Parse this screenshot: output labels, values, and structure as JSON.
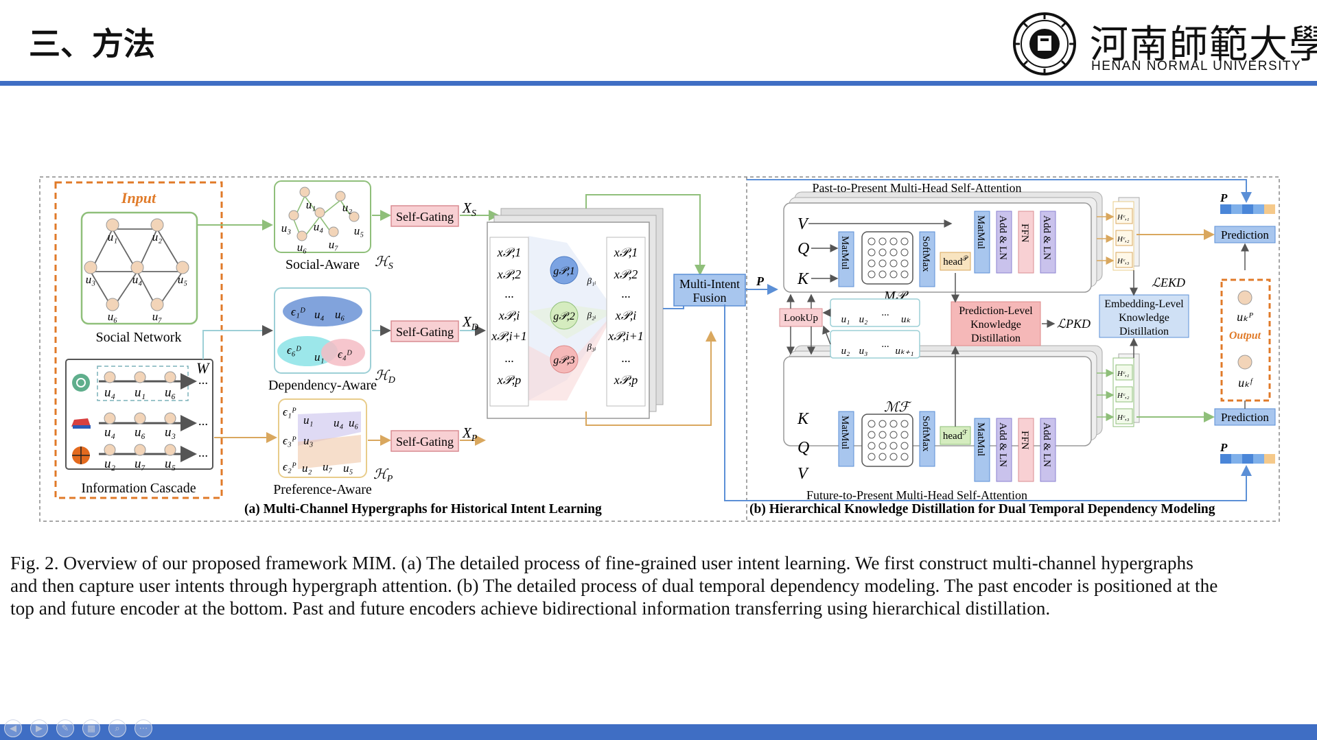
{
  "slide": {
    "title": "三、方法",
    "logo": {
      "cn": "河南師範大學",
      "en": "HENAN NORMAL UNIVERSITY"
    }
  },
  "figure": {
    "panel_a": {
      "caption": "(a) Multi-Channel Hypergraphs for Historical Intent Learning",
      "input_label": "Input",
      "social_network_label": "Social Network",
      "info_cascade_label": "Information Cascade",
      "social_aware_label": "Social-Aware",
      "dependency_aware_label": "Dependency-Aware",
      "preference_aware_label": "Preference-Aware",
      "self_gating": "Self-Gating",
      "multi_intent_fusion": [
        "Multi-Intent",
        "Fusion"
      ],
      "xs": "X",
      "xs_sub": "S",
      "xd_sub": "D",
      "xp_sub": "P",
      "hs": "H",
      "w_label": "W",
      "users": [
        "u1",
        "u2",
        "u3",
        "u4",
        "u5",
        "u6",
        "u7"
      ],
      "cascade_rows": [
        [
          "u4",
          "u1",
          "u6"
        ],
        [
          "u4",
          "u6",
          "u3"
        ],
        [
          "u2",
          "u7",
          "u5"
        ]
      ],
      "left_col": [
        "x𝒫,1",
        "x𝒫,2",
        "...",
        "x𝒫,i",
        "x𝒫,i+1",
        "...",
        "x𝒫,p"
      ],
      "right_col": [
        "x𝒫,1",
        "x𝒫,2",
        "...",
        "x𝒫,i",
        "x𝒫,i+1",
        "...",
        "x𝒫,p"
      ],
      "gates": [
        "g𝒫,1",
        "g𝒫,2",
        "g𝒫,3"
      ],
      "betas": [
        "β1i",
        "β2i",
        "β3i"
      ]
    },
    "panel_b": {
      "caption": "(b) Hierarchical Knowledge Distillation for Dual Temporal Dependency Modeling",
      "past_title": "Past-to-Present Multi-Head Self-Attention",
      "future_title": "Future-to-Present Multi-Head Self-Attention",
      "matmul": "MatMul",
      "softmax": "SoftMax",
      "add_ln": "Add & LN",
      "ffn": "FFN",
      "head": "head",
      "lookup": "LookUp",
      "pkd": [
        "Prediction-Level",
        "Knowledge",
        "Distillation"
      ],
      "ekd": [
        "Embedding-Level",
        "Knowledge",
        "Distillation"
      ],
      "prediction": "Prediction",
      "output": "Output",
      "p_label": "P",
      "l_pkd": "ℒPKD",
      "l_ekd": "ℒEKD",
      "past_seq": [
        "u1",
        "u2",
        "...",
        "uk"
      ],
      "future_seq": [
        "u2",
        "u3",
        "...",
        "uk+1"
      ],
      "qkv_top": [
        "V",
        "Q",
        "K"
      ],
      "qkv_bottom": [
        "K",
        "Q",
        "V"
      ]
    }
  },
  "caption": {
    "lines": [
      "Fig. 2.    Overview of our proposed framework MIM. (a) The detailed process of fine-grained user intent learning. We first construct multi-channel hypergraphs",
      "and then capture user intents through hypergraph attention. (b) The detailed process of dual temporal dependency modeling. The past encoder is positioned at the",
      "top and future encoder at the bottom. Past and future encoders achieve bidirectional information transferring using hierarchical distillation."
    ]
  },
  "colors": {
    "accent": "#3f6ec4",
    "input_border": "#e07a28",
    "green": "#8fbf7a",
    "pink": "#f3c5c8",
    "purple": "#b7b3e6",
    "blue_box": "#a8c6ee"
  }
}
